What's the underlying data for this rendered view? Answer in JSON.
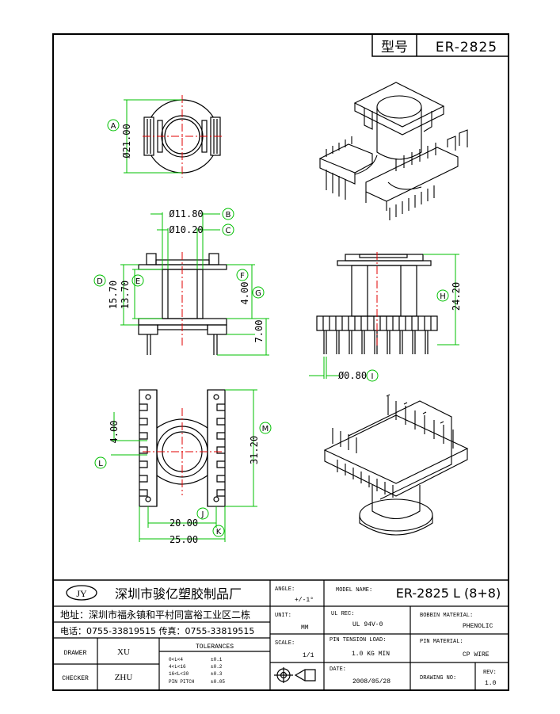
{
  "header": {
    "type_label": "型号",
    "model": "ER-2825"
  },
  "dimensions": {
    "a": "Ø21.00",
    "b": "Ø11.80",
    "c": "Ø10.20",
    "d": "15.70",
    "e": "13.70",
    "f": "4.00",
    "g": "7.00",
    "h": "24.20",
    "i": "Ø0.80",
    "j": "20.00",
    "k": "25.00",
    "l": "4.00",
    "m": "31.20"
  },
  "callouts": {
    "a": "A",
    "b": "B",
    "c": "C",
    "d": "D",
    "e": "E",
    "f": "F",
    "g": "G",
    "h": "H",
    "i": "I",
    "j": "J",
    "k": "K",
    "l": "L",
    "m": "M"
  },
  "title_block": {
    "logo": "JY",
    "company": "深圳市骏亿塑胶制品厂",
    "address": "地址：深圳市福永镇和平村同富裕工业区二栋",
    "phone": "电话：0755-33819515  传真：0755-33819515",
    "drawer_label": "DRAWER",
    "drawer": "XU",
    "checker_label": "CHECKER",
    "checker": "ZHU",
    "tolerances_label": "TOLERANCES",
    "tolerances": [
      {
        "range": "0<L<4",
        "value": "±0.1"
      },
      {
        "range": "4<L<16",
        "value": "±0.2"
      },
      {
        "range": "16<L<30",
        "value": "±0.3"
      },
      {
        "range": "PIN PITCH",
        "value": "±0.05"
      }
    ],
    "angle_label": "ANGLE:",
    "angle": "+/-1°",
    "unit_label": "UNIT:",
    "unit": "MM",
    "scale_label": "SCALE:",
    "scale": "1/1",
    "model_name_label": "MODEL NAME:",
    "model_name": "ER-2825 L (8+8)",
    "ul_rec_label": "UL REC:",
    "ul_rec": "UL 94V-0",
    "bobbin_material_label": "BOBBIN MATERIAL:",
    "bobbin_material": "PHENOLIC",
    "pin_tension_label": "PIN TENSION LOAD:",
    "pin_tension": "1.0 KG MIN",
    "pin_material_label": "PIN MATERIAL:",
    "pin_material": "CP WIRE",
    "date_label": "DATE:",
    "date": "2008/05/28",
    "drawing_no_label": "DRAWING NO:",
    "rev_label": "REV:",
    "rev": "1.0"
  }
}
